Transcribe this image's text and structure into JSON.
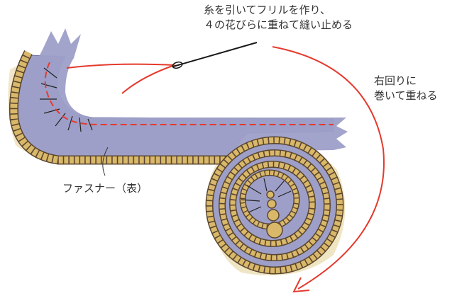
{
  "annotations": {
    "instruction_line1": "糸を引いてフリルを作り、",
    "instruction_line2": "４の花びらに重ねて縫い止める",
    "direction_line1": "右回りに",
    "direction_line2": "巻いて重ねる",
    "zipper_label": "ファスナー（表）"
  },
  "colors": {
    "fabric": "#9d9fc8",
    "fabric_dark": "#7d80b2",
    "zipper_teeth": "#d9b86a",
    "teeth_outline": "#5a4630",
    "thread": "#e53a2c",
    "arrow": "#e53a2c",
    "needle": "#1a1a1a",
    "stitch_lines": "#222222",
    "shadow": "#e5d39a"
  },
  "icons": {
    "needle": "needle-icon",
    "rolled_flower": "rolled-zipper-flower",
    "arrow": "curved-arrow-icon"
  }
}
